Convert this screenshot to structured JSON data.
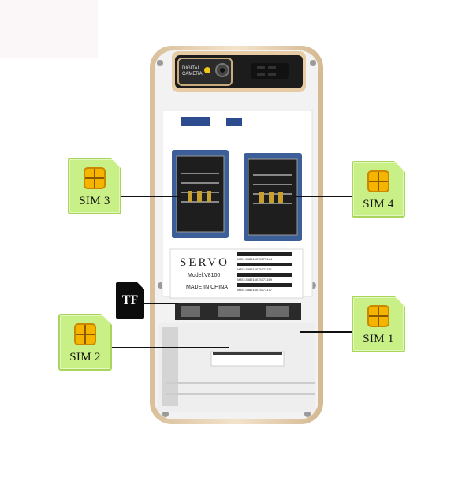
{
  "callouts": {
    "sim3": "SIM 3",
    "sim4": "SIM 4",
    "sim1": "SIM 1",
    "sim2": "SIM 2",
    "tf": "TF"
  },
  "phone": {
    "camera_text_line1": "DIGITAL",
    "camera_text_line2": "CAMERA",
    "brand": "SERVO",
    "model": "Model:V8100",
    "origin": "MADE IN CHINA",
    "imei1": "IMEI1:358215075373144",
    "imei2": "IMEI2:358215075373151",
    "imei3": "IMEI3:358215075373169",
    "imei4": "IMEI4:358215075373177"
  },
  "colors": {
    "sim_card_fill": "#c9ef87",
    "sim_chip": "#f4b400",
    "phone_frame": "#e9d3b5",
    "tf_card": "#0c0c0c"
  }
}
